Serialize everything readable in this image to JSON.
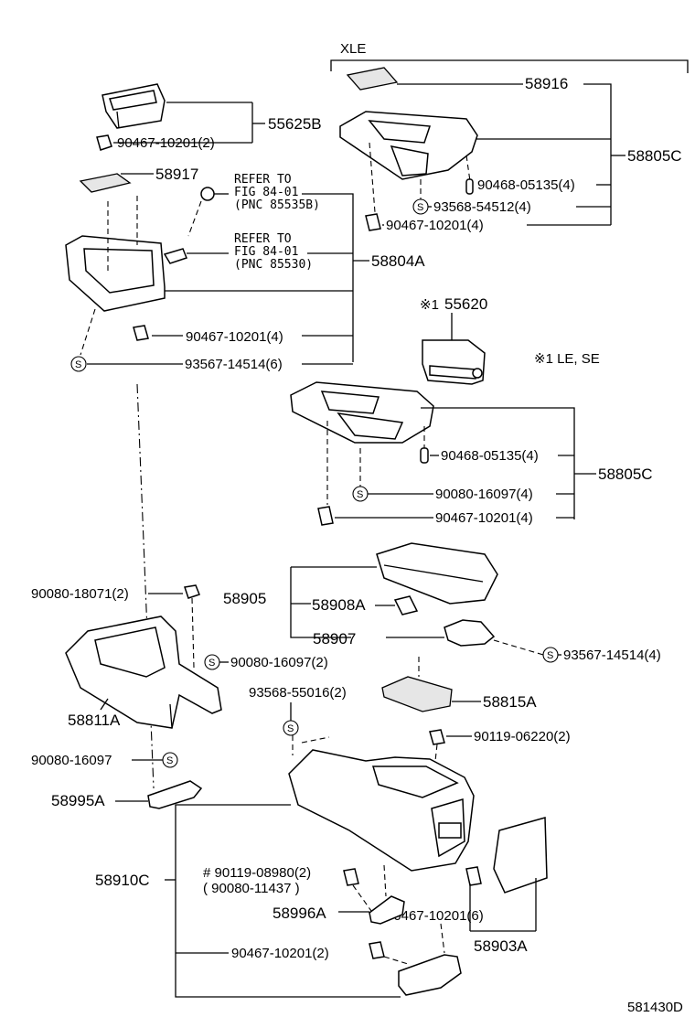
{
  "variants": {
    "xle": "XLE",
    "le_se": "※1  LE, SE"
  },
  "labels": {
    "p58916": "58916",
    "p55625B": "55625B",
    "p90467_10201_2_top": "90467-10201(2)",
    "p58805C_a": "58805C",
    "p58917": "58917",
    "p90468_05135_4_a": "90468-05135(4)",
    "p93568_54512_4": "93568-54512(4)",
    "p90467_10201_4_a": "90467-10201(4)",
    "p58804A": "58804A",
    "p90467_10201_4_b": "90467-10201(4)",
    "p93567_14514_6": "93567-14514(6)",
    "p55620": "55620",
    "p55620_mark": "※1",
    "p90468_05135_4_b": "90468-05135(4)",
    "p58805C_b": "58805C",
    "p90080_16097_4": "90080-16097(4)",
    "p90467_10201_4_c": "90467-10201(4)",
    "p90080_18071_2": "90080-18071(2)",
    "p58905": "58905",
    "p58908A": "58908A",
    "p58907": "58907",
    "p93567_14514_4": "93567-14514(4)",
    "p90080_16097_2": "90080-16097(2)",
    "p58811A": "58811A",
    "p93568_55016_2": "93568-55016(2)",
    "p58815A": "58815A",
    "p90119_06220_2": "90119-06220(2)",
    "p90080_16097": "90080-16097",
    "p58995A": "58995A",
    "p58910C": "58910C",
    "p90119_08980_2": "# 90119-08980(2)",
    "p90080_11437": "( 90080-11437 )",
    "p58996A": "58996A",
    "p90467_10201_6": "90467-10201(6)",
    "p90467_10201_2_bottom": "90467-10201(2)",
    "p58903A": "58903A",
    "diagram_id": "581430D"
  },
  "refer_notes": {
    "ref1_l1": "REFER TO",
    "ref1_l2": "FIG 84-01",
    "ref1_l3": "(PNC 85535B)",
    "ref2_l1": "REFER TO",
    "ref2_l2": "FIG 84-01",
    "ref2_l3": "(PNC 85530)"
  },
  "screw_symbol": "S"
}
